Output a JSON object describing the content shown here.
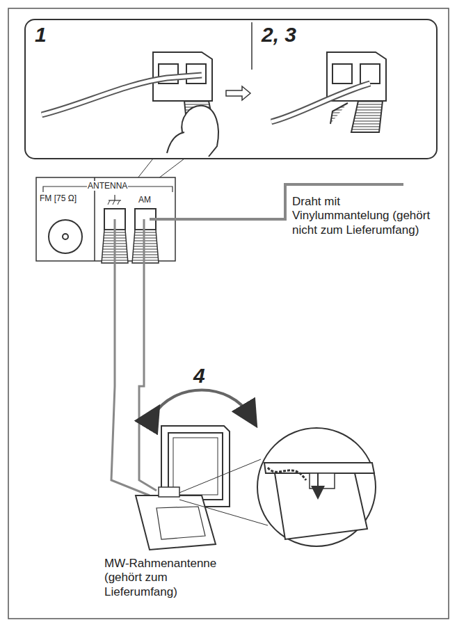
{
  "diagram": {
    "labels": [
      "1",
      "2, 3",
      "ANTENNA",
      "FM [75 Ω]",
      "AM",
      "Draht mit Vinylummantelung (gehört nicht zum Lieferumfang)",
      "4",
      "MW-Rahmenantenne (gehört zum Lieferumfang)"
    ]
  }
}
